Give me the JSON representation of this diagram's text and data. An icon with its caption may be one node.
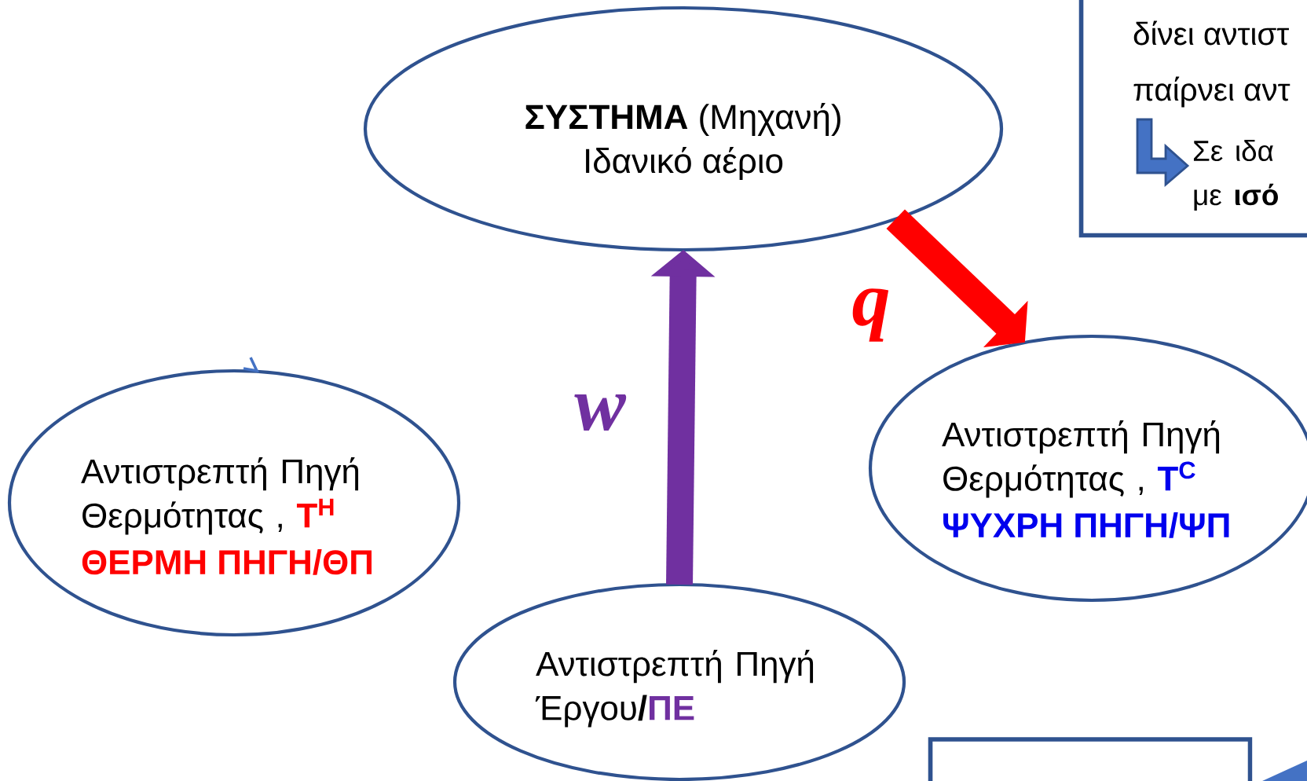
{
  "diagram": {
    "nodes": [
      {
        "text": [
          "**ΣΥΣΤΗΜΑ** (Μηχανή)",
          "Ιδανικό αέριο"
        ]
      },
      {
        "text": [
          "Αντιστρεπτή Πηγή Θερμότητας ,",
          "T$^{H}$",
          "ΘΕΡΜΗ ΠΗΓΗ/ΘΠ"
        ]
      },
      {
        "text": [
          "Αντιστρεπτή Πηγή Θερμότητας ,",
          "T$^{C}$",
          "ΨΥΧΡΗ ΠΗΓΗ/ΨΠ"
        ]
      },
      {
        "text": [
          "Αντιστρεπτή Πηγή Έργου**/**",
          "ΠΕ"
        ]
      },
      {
        "text": [
          "δίνει αντιστ",
          "παίρνει αντ",
          "Σε ιδα με **ισό**"
        ]
      },
      {
        "text": [],
        "shape": "box"
      }
    ],
    "edges": [
      {
        "from": 0,
        "to": 2,
        "arrow": "to",
        "label": "q",
        "color": "#ff0000"
      },
      {
        "from": 3,
        "to": 0,
        "arrow": "to",
        "label": "w",
        "color": "#7030a0"
      }
    ]
  }
}
